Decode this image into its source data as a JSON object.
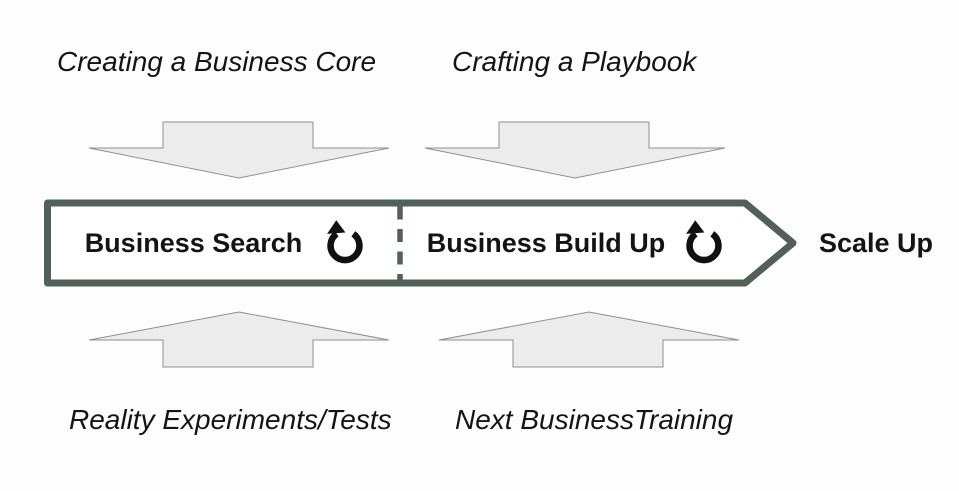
{
  "diagram_title": "business-process-flow",
  "labels": {
    "top_left": "Creating a Business Core",
    "top_right": "Crafting a Playbook",
    "bottom_left": "Reality Experiments/Tests",
    "bottom_right": "Next BusinessTraining"
  },
  "band": {
    "segment1": "Business Search",
    "segment2": "Business Build Up",
    "result": "Scale Up",
    "segment_icon": "cycle-arrow-icon"
  },
  "colors": {
    "band_border": "#51615a",
    "band_fill": "#ffffff",
    "arrow_fill": "#ececec",
    "arrow_stroke": "#8f8f8f",
    "text": "#141414",
    "bg": "#fdfdfd"
  }
}
